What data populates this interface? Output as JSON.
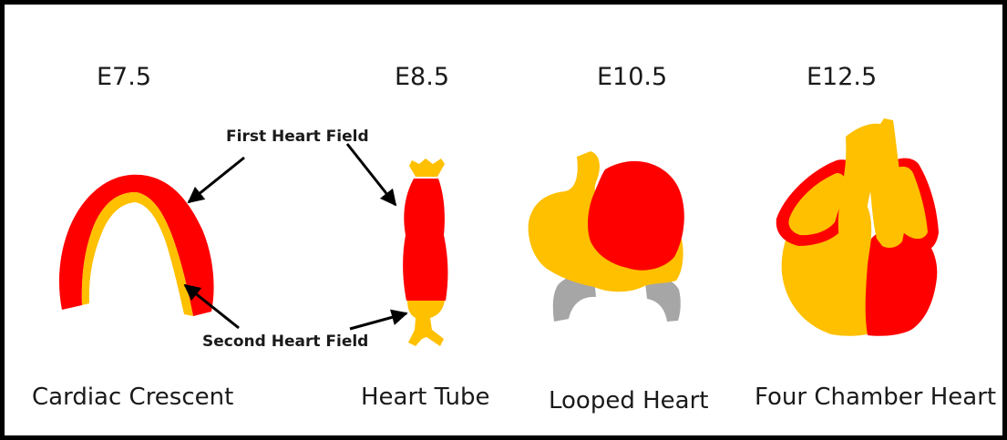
{
  "colors": {
    "first_heart_field": "#ff0000",
    "second_heart_field": "#ffc000",
    "other_tissue": "#a6a6a6",
    "frame": "#000000"
  },
  "stages": [
    {
      "label": "E7.5",
      "caption": "Cardiac Crescent"
    },
    {
      "label": "E8.5",
      "caption": "Heart Tube"
    },
    {
      "label": "E10.5",
      "caption": "Looped Heart"
    },
    {
      "label": "E12.5",
      "caption": "Four Chamber Heart"
    }
  ],
  "annotations": {
    "first_heart_field": "First Heart Field",
    "second_heart_field": "Second Heart Field"
  }
}
